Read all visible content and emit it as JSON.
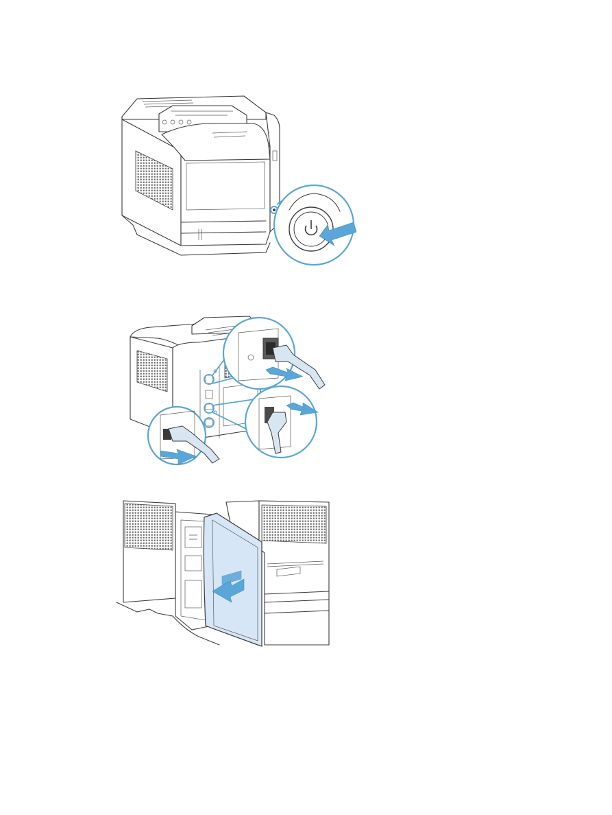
{
  "figures": [
    {
      "id": "power-button-figure",
      "icons": [
        "printer-front-icon",
        "power-button-icon",
        "push-arrow-icon"
      ]
    },
    {
      "id": "disconnect-cables-figure",
      "icons": [
        "printer-rear-icon",
        "network-cable-icon",
        "usb-cable-icon",
        "power-cord-icon",
        "pull-arrow-icon"
      ]
    },
    {
      "id": "remove-cover-figure",
      "icons": [
        "formatter-cover-icon",
        "slide-arrow-icon"
      ]
    }
  ],
  "colors": {
    "accent": "#58a6d6",
    "arrow": "#5ba6d8",
    "cover_fill": "#d6e6f6",
    "line": "#3a3a3a"
  }
}
